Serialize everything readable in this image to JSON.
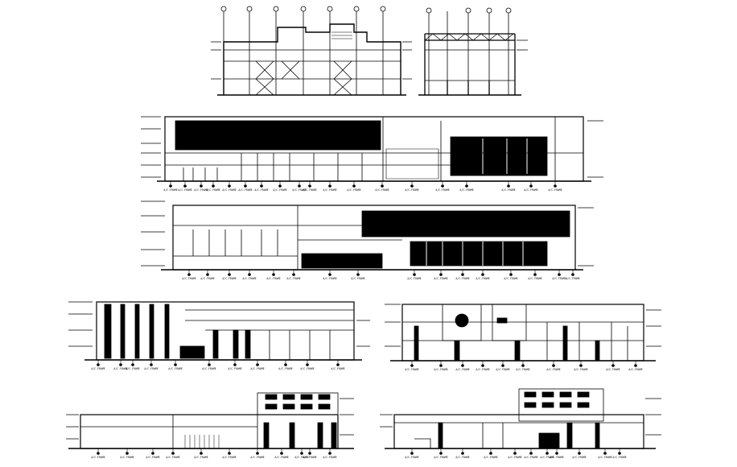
{
  "drawing": {
    "line_color": "#000000",
    "fill_color": "#000000",
    "background": "#ffffff"
  },
  "sections": {
    "section_a": {
      "title": "",
      "subtitle": ""
    },
    "section_b": {
      "title": ""
    }
  },
  "elevations": {
    "front": {
      "grid_tag": "A/C-FRAME"
    },
    "rear": {
      "grid_tag": "A/C-FRAME"
    },
    "side_left": {
      "grid_tag": "A/C-FRAME"
    },
    "side_right": {
      "grid_tag": "A/C-FRAME"
    },
    "lower_left": {
      "grid_tag": "A/C-FRAME"
    },
    "lower_right": {
      "grid_tag": "A/C-FRAME"
    }
  }
}
